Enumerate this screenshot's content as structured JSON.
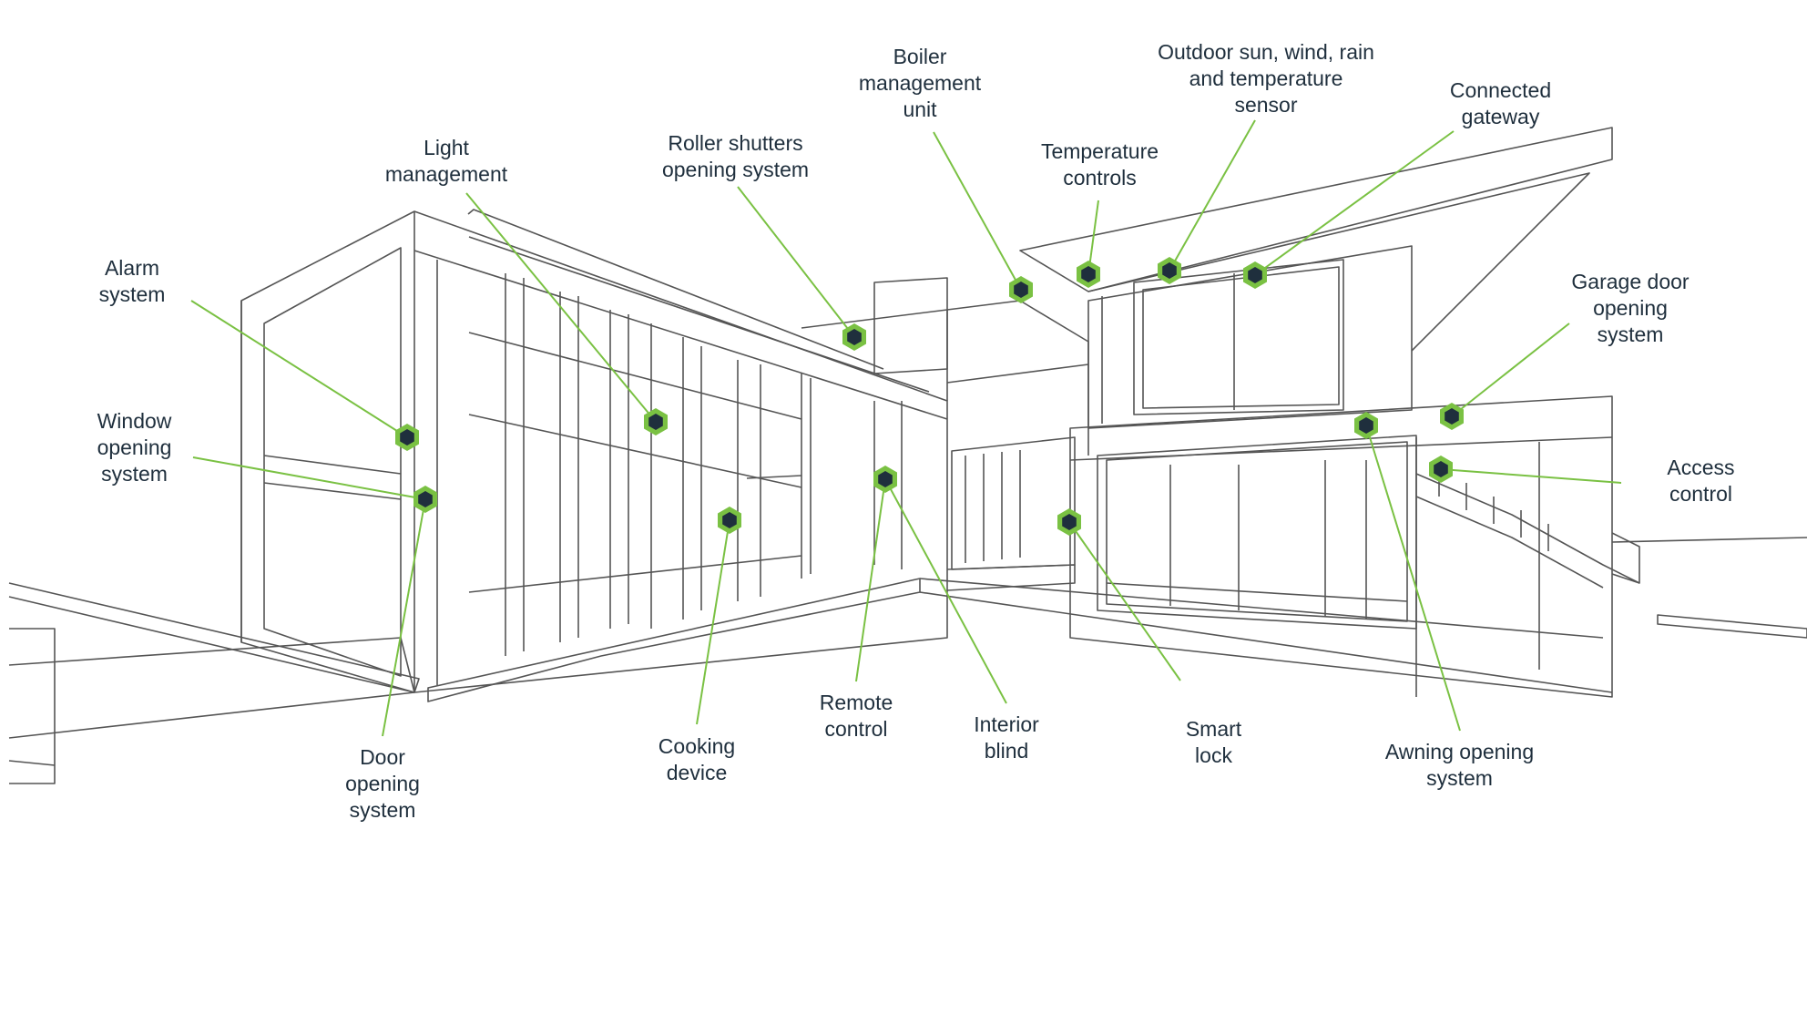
{
  "colors": {
    "accent": "#7ac143",
    "marker_fill": "#1f2f3d",
    "line_art": "#555555",
    "label_text": "#1f2f3d"
  },
  "callouts": [
    {
      "id": "alarm-system",
      "label": "Alarm\nsystem"
    },
    {
      "id": "window-opening-system",
      "label": "Window\nopening\nsystem"
    },
    {
      "id": "light-management",
      "label": "Light\nmanagement"
    },
    {
      "id": "door-opening-system",
      "label": "Door\nopening\nsystem"
    },
    {
      "id": "roller-shutters-opening-system",
      "label": "Roller shutters\nopening system"
    },
    {
      "id": "cooking-device",
      "label": "Cooking\ndevice"
    },
    {
      "id": "boiler-management-unit",
      "label": "Boiler\nmanagement\nunit"
    },
    {
      "id": "remote-control",
      "label": "Remote\ncontrol"
    },
    {
      "id": "interior-blind",
      "label": "Interior\nblind"
    },
    {
      "id": "temperature-controls",
      "label": "Temperature\ncontrols"
    },
    {
      "id": "outdoor-sensor",
      "label": "Outdoor sun, wind, rain\nand temperature\nsensor"
    },
    {
      "id": "connected-gateway",
      "label": "Connected\ngateway"
    },
    {
      "id": "smart-lock",
      "label": "Smart\nlock"
    },
    {
      "id": "garage-door-opening-system",
      "label": "Garage door\nopening\nsystem"
    },
    {
      "id": "awning-opening-system",
      "label": "Awning opening\nsystem"
    },
    {
      "id": "access-control",
      "label": "Access\ncontrol"
    }
  ]
}
